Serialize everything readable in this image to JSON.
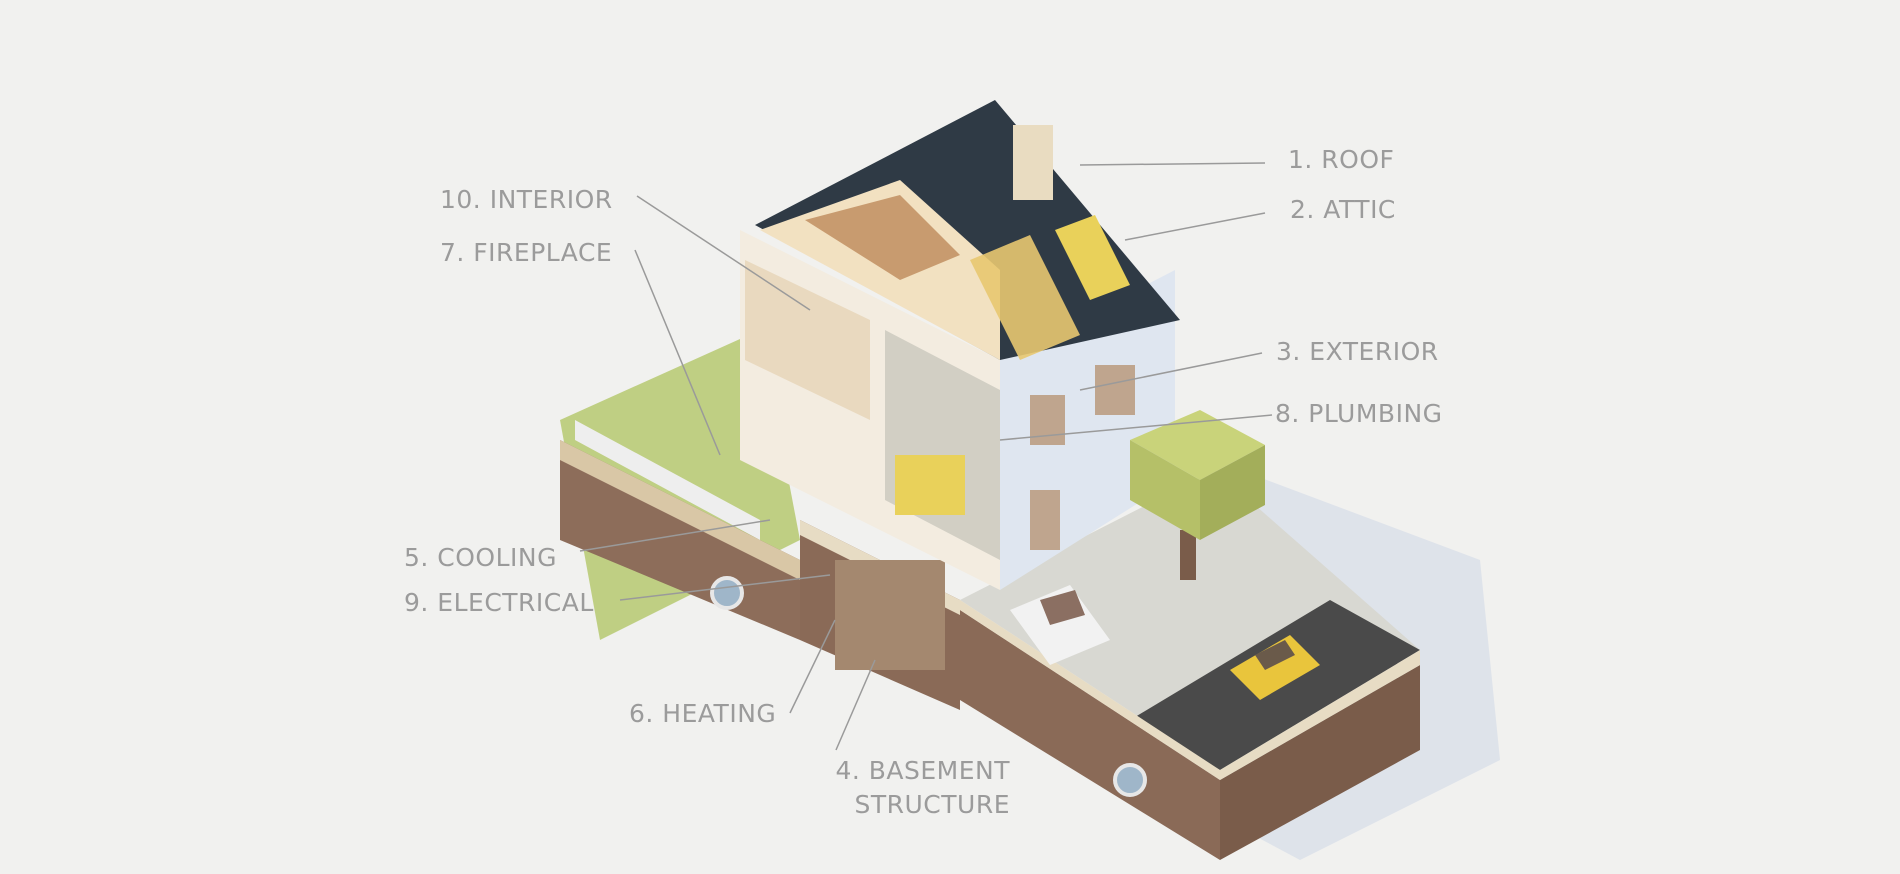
{
  "labels": {
    "roof": "1. ROOF",
    "attic": "2. ATTIC",
    "exterior": "3. EXTERIOR",
    "basement_line1": "4. BASEMENT",
    "basement_line2": "STRUCTURE",
    "cooling": "5. COOLING",
    "heating": "6. HEATING",
    "fireplace": "7. FIREPLACE",
    "plumbing": "8. PLUMBING",
    "electrical": "9. ELECTRICAL",
    "interior": "10. INTERIOR"
  },
  "colors": {
    "background": "#f1f1ef",
    "label_text": "#9b9b9b",
    "roof": "#2f3a45",
    "wall": "#dfe6f0",
    "soil": "#8a6a57",
    "grass": "#b9c97a",
    "road": "#4a4a4a",
    "accent_yellow": "#e9d15a"
  }
}
